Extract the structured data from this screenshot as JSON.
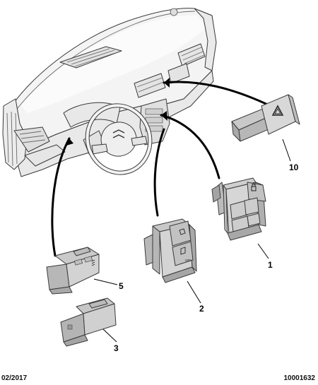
{
  "callouts": {
    "c10": "10",
    "c1": "1",
    "c2": "2",
    "c5": "5",
    "c3": "3"
  },
  "switch_labels": {
    "s2_label": "OFF"
  },
  "footer": {
    "date": "02/2017",
    "reference": "10001632"
  }
}
